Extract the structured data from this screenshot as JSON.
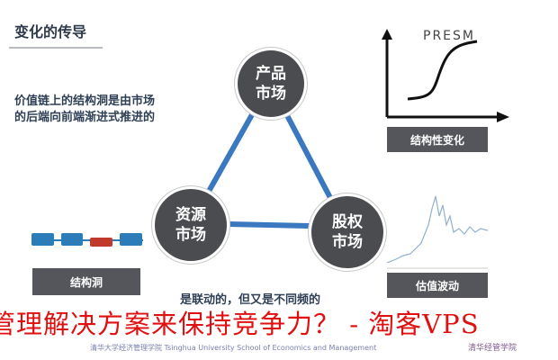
{
  "slide": {
    "title": "变化的传导",
    "description": [
      "价值链上的结构洞是由市场",
      "的后端向前端渐进式推进的"
    ],
    "nodes": [
      {
        "line1": "产品",
        "line2": "市场"
      },
      {
        "line1": "资源",
        "line2": "市场"
      },
      {
        "line1": "股权",
        "line2": "市场"
      }
    ],
    "labels": {
      "structural_hole": "结构洞",
      "structural_change": "结构性变化",
      "valuation_fluctuation": "估值波动"
    },
    "caption": "是联动的，但又是不同频的",
    "sketch_text": "PRESM",
    "footer": "清华大学经济管理学院  Tsinghua University School of Economics and Management",
    "logo_text": "清华经管学院",
    "colors": {
      "accent": "#3a78c0",
      "node": "#4a4c50",
      "hole": "#c0392b"
    }
  },
  "overlay": {
    "text": "管理解决方案来保持竞争力？ - 淘客VPS"
  }
}
